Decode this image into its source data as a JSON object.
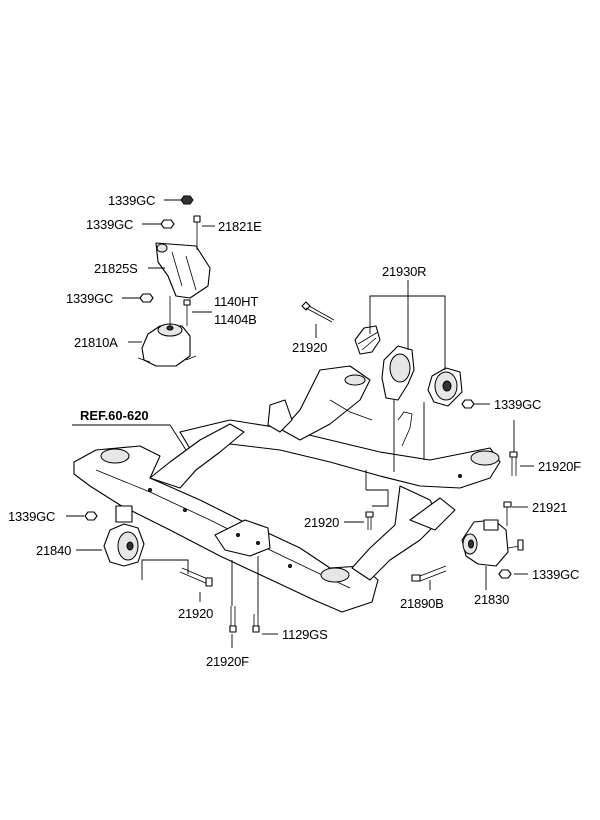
{
  "diagram": {
    "labels": {
      "l_1339gc_a": "1339GC",
      "l_1339gc_b": "1339GC",
      "l_21821e": "21821E",
      "l_21825s": "21825S",
      "l_1339gc_c": "1339GC",
      "l_1140ht": "1140HT",
      "l_11404b": "11404B",
      "l_21810a": "21810A",
      "l_21930r": "21930R",
      "l_21920_a": "21920",
      "l_1339gc_d": "1339GC",
      "l_ref": "REF.60-620",
      "l_21920f_a": "21920F",
      "l_1339gc_e": "1339GC",
      "l_21920_b": "21920",
      "l_21921": "21921",
      "l_21840": "21840",
      "l_1339gc_f": "1339GC",
      "l_21890b": "21890B",
      "l_21830": "21830",
      "l_21920_c": "21920",
      "l_1129gs": "1129GS",
      "l_21920f_b": "21920F"
    }
  }
}
